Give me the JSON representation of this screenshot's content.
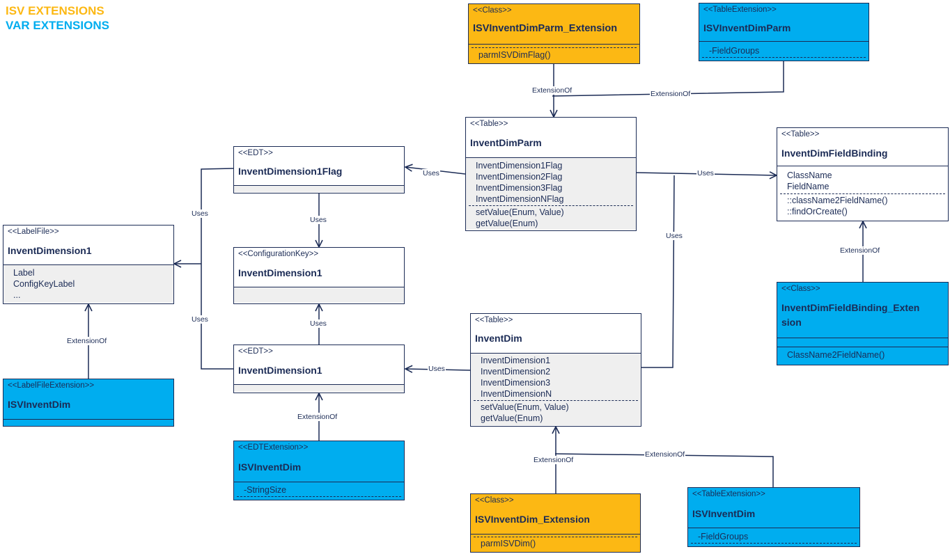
{
  "legend": {
    "isv": {
      "label": "ISV EXTENSIONS",
      "color": "#fcb814"
    },
    "var": {
      "label": "VAR EXTENSIONS",
      "color": "#00adef"
    }
  },
  "boxes": {
    "isv_parm_ext": {
      "stereotype": "<<Class>>",
      "name": "ISVInventDimParm_Extension",
      "members": [
        "parmISVDimFlag()"
      ]
    },
    "isv_parm_tableext": {
      "stereotype": "<<TableExtension>>",
      "name": "ISVInventDimParm",
      "members": [
        "-FieldGroups"
      ]
    },
    "invent_dim_parm": {
      "stereotype": "<<Table>>",
      "name": "InventDimParm",
      "fields": [
        "InventDimension1Flag",
        "InventDimension2Flag",
        "InventDimension3Flag",
        "InventDimensionNFlag"
      ],
      "methods": [
        "setValue(Enum, Value)",
        "getValue(Enum)"
      ]
    },
    "field_binding": {
      "stereotype": "<<Table>>",
      "name": "InventDimFieldBinding",
      "fields": [
        "ClassName",
        "FieldName"
      ],
      "methods": [
        "::className2FieldName()",
        "::findOrCreate()"
      ]
    },
    "edt_flag": {
      "stereotype": "<<EDT>>",
      "name": "InventDimension1Flag"
    },
    "label_file": {
      "stereotype": "<<LabelFile>>",
      "name": "InventDimension1",
      "members": [
        "Label",
        "ConfigKeyLabel",
        "..."
      ]
    },
    "config_key": {
      "stereotype": "<<ConfigurationKey>>",
      "name": "InventDimension1"
    },
    "field_binding_ext": {
      "stereotype": "<<Class>>",
      "name_line1": "InventDimFieldBinding_Exten",
      "name_line2": "sion",
      "members": [
        "ClassName2FieldName()"
      ]
    },
    "invent_dim": {
      "stereotype": "<<Table>>",
      "name": "InventDim",
      "fields": [
        "InventDimension1",
        "InventDimension2",
        "InventDimension3",
        "InventDimensionN"
      ],
      "methods": [
        "setValue(Enum, Value)",
        "getValue(Enum)"
      ]
    },
    "edt_dim": {
      "stereotype": "<<EDT>>",
      "name": "InventDimension1"
    },
    "label_file_ext": {
      "stereotype": "<<LabelFileExtension>>",
      "name": "ISVInventDim"
    },
    "edt_ext": {
      "stereotype": "<<EDTExtension>>",
      "name": "ISVInventDim",
      "members": [
        "-StringSize"
      ]
    },
    "isv_dim_ext": {
      "stereotype": "<<Class>>",
      "name": "ISVInventDim_Extension",
      "members": [
        "parmISVDim()"
      ]
    },
    "isv_dim_tableext": {
      "stereotype": "<<TableExtension>>",
      "name": "ISVInventDim",
      "members": [
        "-FieldGroups"
      ]
    }
  },
  "connectors": {
    "uses": "Uses",
    "extension_of": "ExtensionOf"
  }
}
